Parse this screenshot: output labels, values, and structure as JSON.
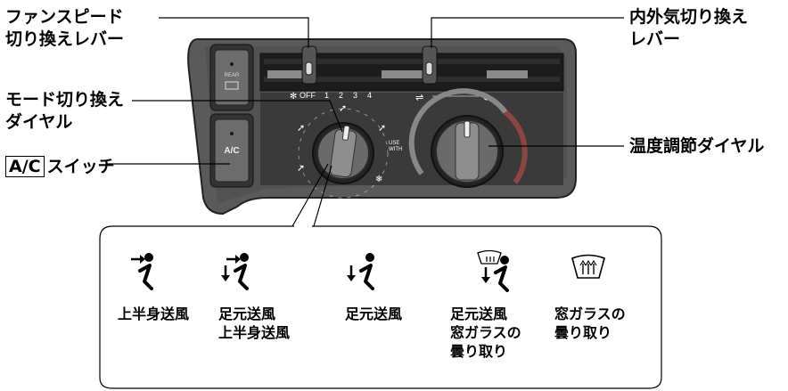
{
  "callouts": {
    "fan": [
      "ファンスピード",
      "切り換えレバー"
    ],
    "mode": [
      "モード切り換え",
      "ダイヤル"
    ],
    "ac_box": "A/C",
    "ac_rest": "スイッチ",
    "recirc": [
      "内外気切り換え",
      "レバー"
    ],
    "temp": "温度調節ダイヤル"
  },
  "panel": {
    "rear_label": "REAR",
    "ac_button": "A/C",
    "fan_scale": [
      "OFF",
      "1",
      "2",
      "3",
      "4"
    ],
    "use_with": [
      "USE",
      "WITH"
    ]
  },
  "modes": [
    {
      "icon": "face-vent-icon",
      "lines": [
        "上半身送風"
      ]
    },
    {
      "icon": "bilevel-vent-icon",
      "lines": [
        "足元送風",
        "上半身送風"
      ]
    },
    {
      "icon": "floor-vent-icon",
      "lines": [
        "足元送風"
      ]
    },
    {
      "icon": "floor-defrost-icon",
      "lines": [
        "足元送風",
        "窓ガラスの",
        "曇り取り"
      ]
    },
    {
      "icon": "defrost-icon",
      "lines": [
        "窓ガラスの",
        "曇り取り"
      ]
    }
  ]
}
